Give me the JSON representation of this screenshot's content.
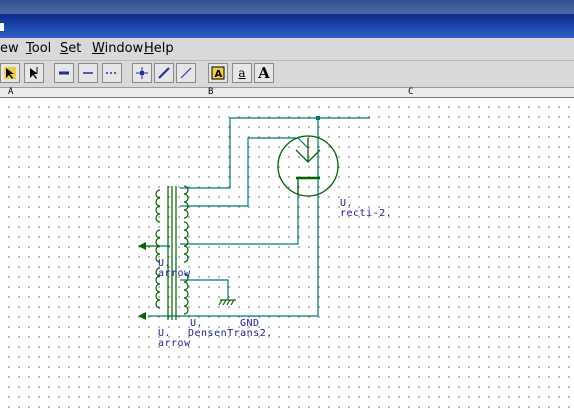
{
  "menu": {
    "items": [
      {
        "label": "ew",
        "underline": ""
      },
      {
        "label": "Tool",
        "underline": "T"
      },
      {
        "label": "Set",
        "underline": "S"
      },
      {
        "label": "Window",
        "underline": "W"
      },
      {
        "label": "Help",
        "underline": "H"
      }
    ]
  },
  "toolbar": {
    "buttons": [
      {
        "icon": "select-pointer-icon"
      },
      {
        "icon": "wire-tool-icon"
      },
      {
        "icon": "thick-line-icon"
      },
      {
        "icon": "thin-line-icon"
      },
      {
        "icon": "dotted-line-icon"
      },
      {
        "icon": "junction-icon"
      },
      {
        "icon": "diagonal-line-icon"
      },
      {
        "icon": "thin-diagonal-icon"
      },
      {
        "icon": "text-box-icon"
      },
      {
        "icon": "text-underline-icon"
      },
      {
        "icon": "text-large-icon"
      }
    ],
    "text_large_label": "A",
    "text_small_label": "a"
  },
  "ruler": {
    "labels": [
      "A",
      "B",
      "C"
    ]
  },
  "schematic": {
    "labels": {
      "rect_ref": "U.",
      "rect_name": "recti-2.",
      "arrow1_ref": "U.",
      "arrow1_name": "arrow",
      "trans_ref": "U.",
      "gnd_name": "GND",
      "arrow2_ref": "U.",
      "trans_name": "DensenTrans2.",
      "arrow2_name": "arrow"
    },
    "wire_color": "#007a7a",
    "component_color": "#006400",
    "label_color": "#1a1aa0"
  }
}
